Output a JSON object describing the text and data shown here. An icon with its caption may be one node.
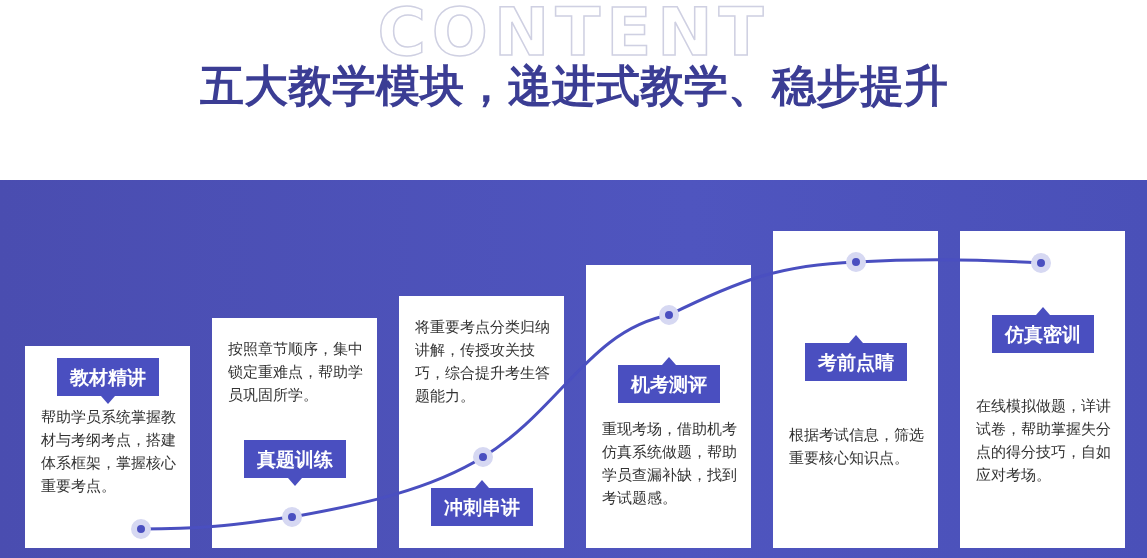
{
  "diagram": {
    "title": "五大教学模块，递进式教学、稳步提升",
    "nodes": [
      {
        "text": [
          "教材精讲",
          "帮助学员系统掌握教材与考纲考点，搭建体系框架，掌握核心重要考点。"
        ]
      },
      {
        "text": [
          "按照章节顺序，集中锁定重难点，帮助学员巩固所学。",
          "真题训练"
        ]
      },
      {
        "text": [
          "将重要考点分类归纳讲解，传授攻关技巧，综合提升考生答题能力。",
          "冲刺串讲"
        ]
      },
      {
        "text": [
          "机考测评",
          "重现考场，借助机考仿真系统做题，帮助学员查漏补缺，找到考试题感。"
        ]
      },
      {
        "text": [
          "考前点睛",
          "根据考试信息，筛选重要核心知识点。"
        ]
      },
      {
        "text": [
          "仿真密训",
          "在线模拟做题，详讲试卷，帮助掌握失分点的得分技巧，自如应对考场。"
        ]
      }
    ],
    "edges": [],
    "labels": [
      "CONTENT"
    ]
  }
}
